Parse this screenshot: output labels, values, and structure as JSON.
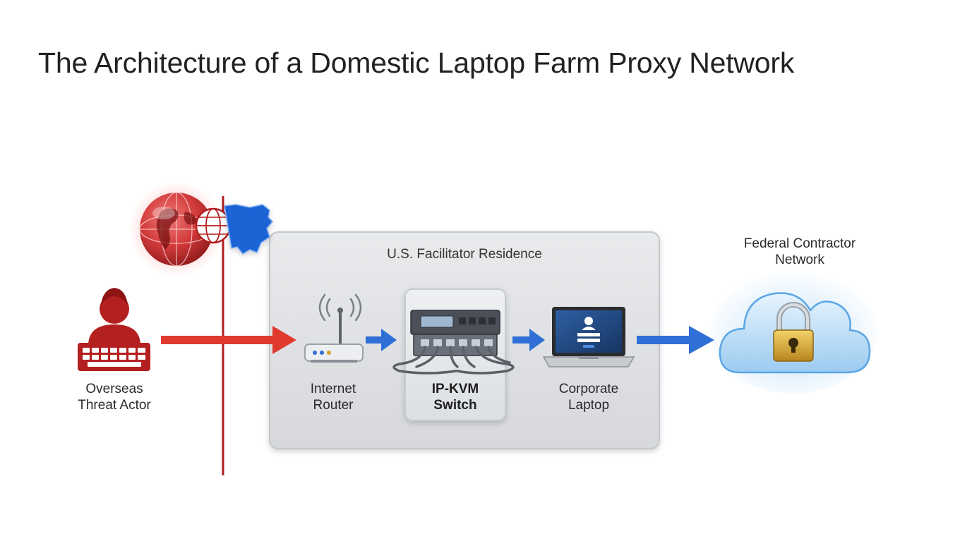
{
  "title": "The Architecture of a Domestic Laptop Farm Proxy Network",
  "nodes": {
    "threat_actor": {
      "label": "Overseas\nThreat Actor",
      "icon": "hacker-keyboard-icon"
    },
    "router": {
      "label": "Internet\nRouter",
      "icon": "wifi-router-icon"
    },
    "kvm": {
      "label": "IP-KVM\nSwitch",
      "icon": "kvm-switch-icon"
    },
    "laptop": {
      "label": "Corporate\nLaptop",
      "icon": "laptop-login-icon"
    },
    "contractor": {
      "label": "Federal Contractor\nNetwork",
      "icon": "cloud-lock-icon"
    }
  },
  "residence": {
    "label": "U.S. Facilitator Residence"
  },
  "decor": {
    "globe_icon": "globe-icon",
    "us_map_icon": "us-map-icon"
  },
  "colors": {
    "threat_red": "#c62828",
    "arrow_red": "#e03a2f",
    "arrow_blue": "#2f6fd6",
    "us_blue": "#1e63d6",
    "cloud_blue": "#bfe1f7"
  }
}
